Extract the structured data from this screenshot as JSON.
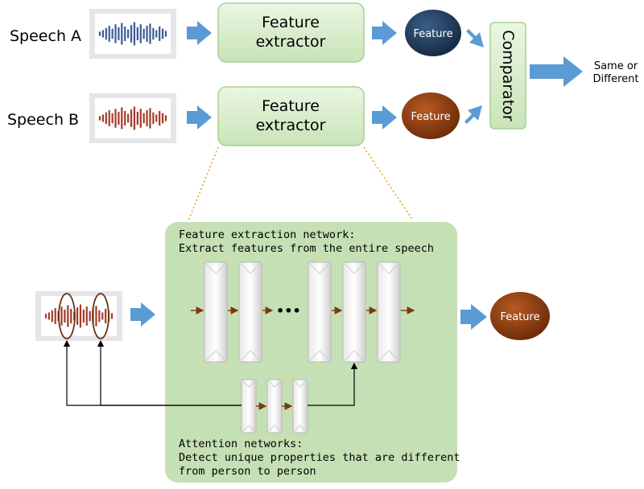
{
  "top": {
    "speech_a_label": "Speech A",
    "speech_b_label": "Speech B",
    "extractor_a_line1": "Feature",
    "extractor_a_line2": "extractor",
    "extractor_b_line1": "Feature",
    "extractor_b_line2": "extractor",
    "feature_a": "Feature",
    "feature_b": "Feature",
    "comparator": "Comparator",
    "result_line1": "Same or",
    "result_line2": "Different"
  },
  "detail": {
    "network_title_line1": "Feature extraction network:",
    "network_title_line2": "Extract features from the entire speech",
    "ellipsis": "•••",
    "attention_line1": "Attention networks:",
    "attention_line2": "Detect unique properties that are different",
    "attention_line3": "from person to person",
    "output_feature": "Feature"
  },
  "colors": {
    "green_box": "#d6eccb",
    "green_panel": "#c5e0b4",
    "blue_arrow": "#5b9bd5",
    "navy_feature": "#1f3a5a",
    "brown_feature": "#8b3a0f",
    "wave_blue": "#3c5a94",
    "wave_red": "#a33a2a"
  }
}
